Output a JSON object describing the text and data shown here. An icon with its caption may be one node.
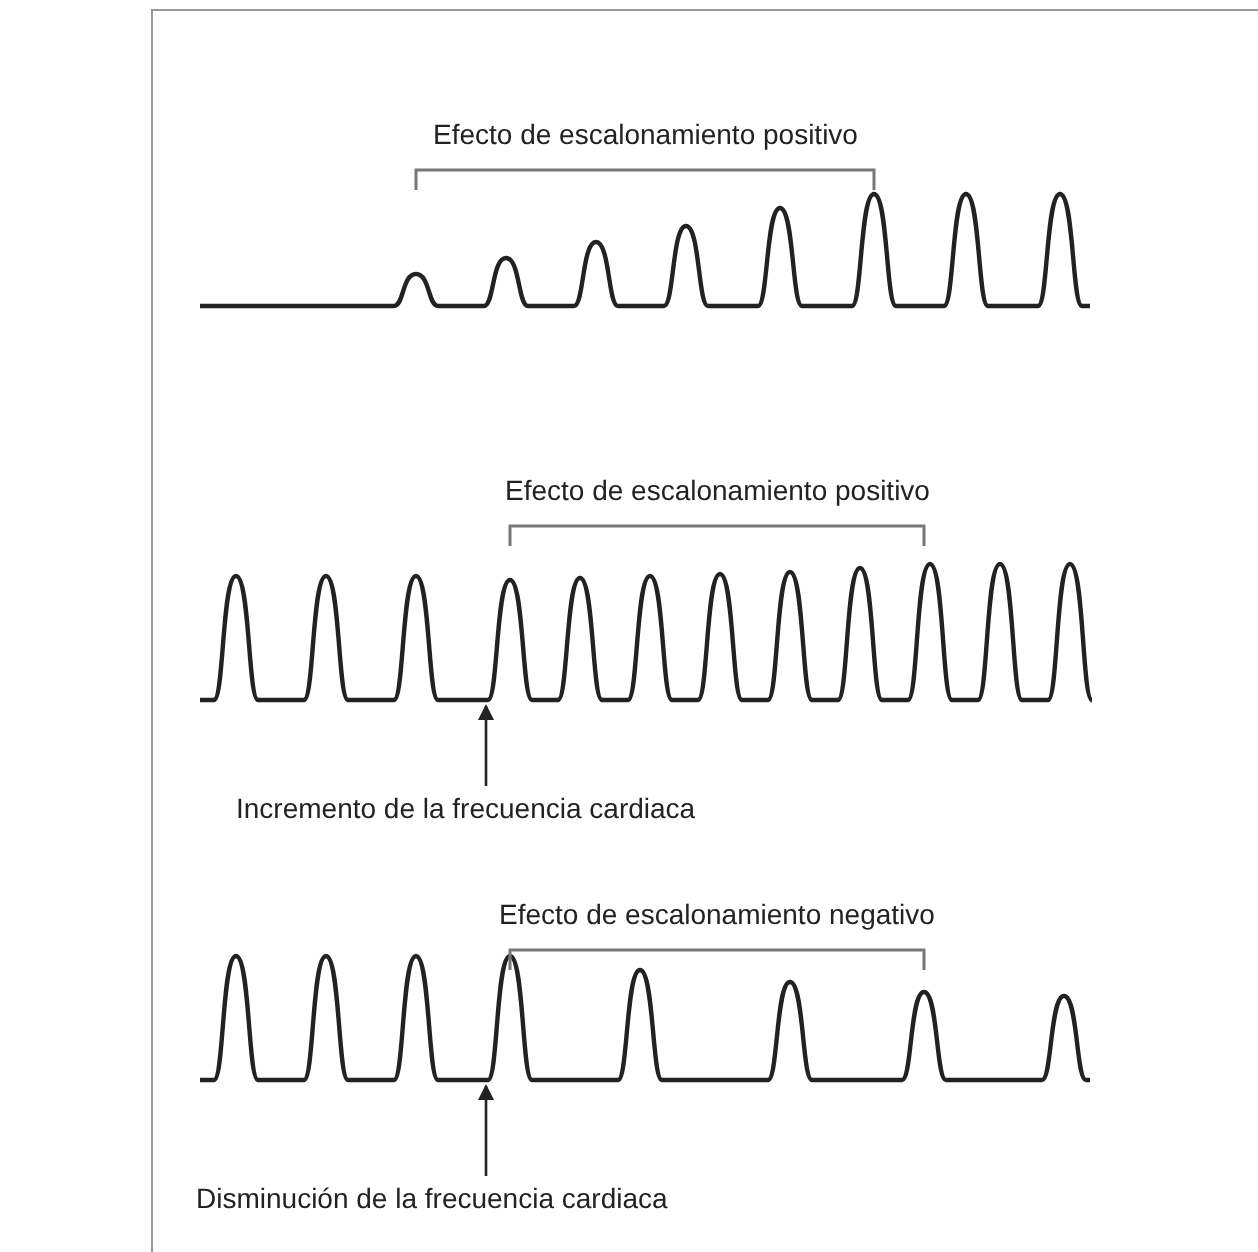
{
  "diagram": {
    "nodes": [
      {
        "text": [],
        "shape": "waveform"
      },
      {
        "text": [],
        "shape": "waveform"
      },
      {
        "text": [
          "Incremento de la frecuencia cardiaca"
        ]
      },
      {
        "text": [],
        "shape": "waveform"
      },
      {
        "text": [
          "Disminución de la frecuencia cardiaca"
        ]
      }
    ],
    "edges": [
      {
        "from": 2,
        "to": 1,
        "arrow": "to"
      },
      {
        "from": 4,
        "to": 3,
        "arrow": "to"
      }
    ],
    "labels": [
      "Efecto de escalonamiento positivo",
      "Efecto de escalonamiento positivo",
      "Efecto de escalonamiento negativo"
    ]
  }
}
